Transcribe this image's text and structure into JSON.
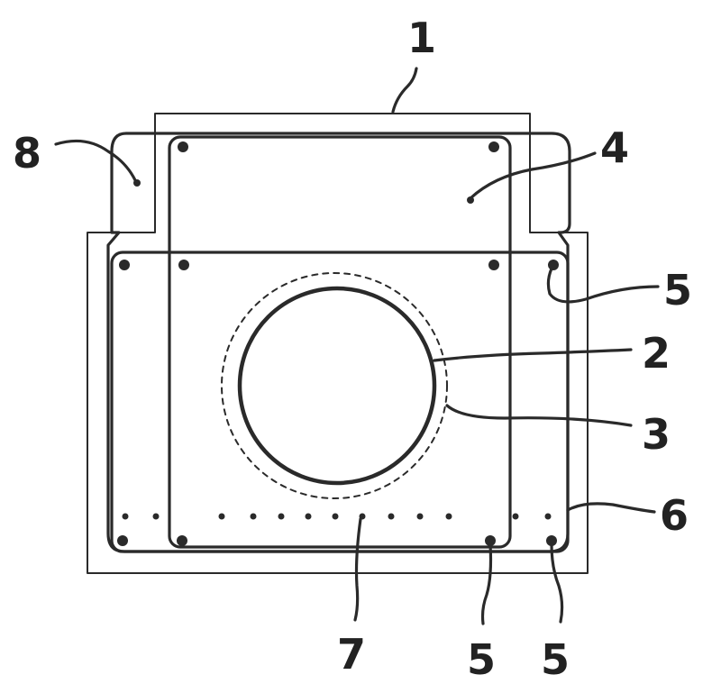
{
  "labels": {
    "ref_1": "1",
    "ref_2": "2",
    "ref_3": "3",
    "ref_4": "4",
    "ref_5a": "5",
    "ref_5b": "5",
    "ref_5c": "5",
    "ref_6": "6",
    "ref_7": "7",
    "ref_8": "8"
  },
  "colors": {
    "ink": "#2a2a2a",
    "background": "#ffffff"
  }
}
